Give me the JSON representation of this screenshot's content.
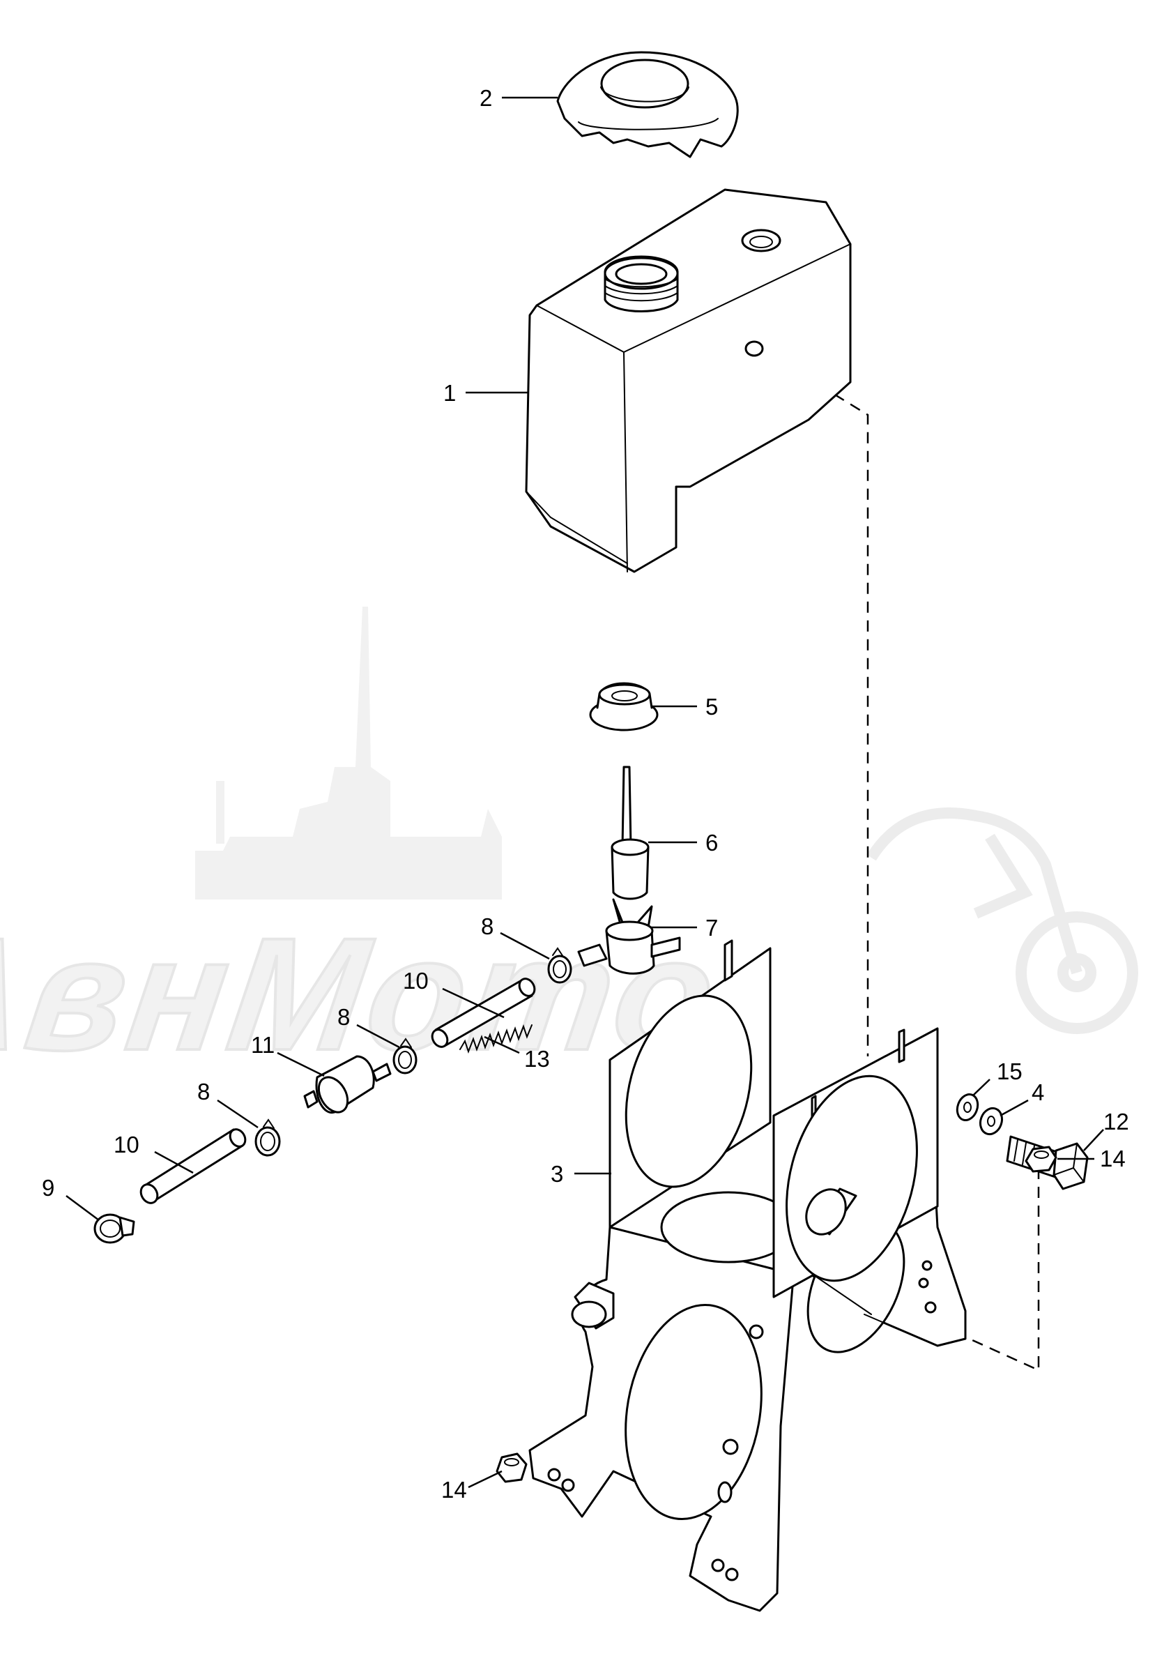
{
  "watermark": {
    "text": "АвнМото"
  },
  "callouts": {
    "c1": "1",
    "c2": "2",
    "c3": "3",
    "c4": "4",
    "c5": "5",
    "c6": "6",
    "c7": "7",
    "c8a": "8",
    "c8b": "8",
    "c8c": "8",
    "c9": "9",
    "c10a": "10",
    "c10b": "10",
    "c11": "11",
    "c12": "12",
    "c13": "13",
    "c14a": "14",
    "c14b": "14",
    "c15": "15"
  },
  "colors": {
    "line": "#000000",
    "background": "#ffffff",
    "watermark": "#efefef"
  }
}
